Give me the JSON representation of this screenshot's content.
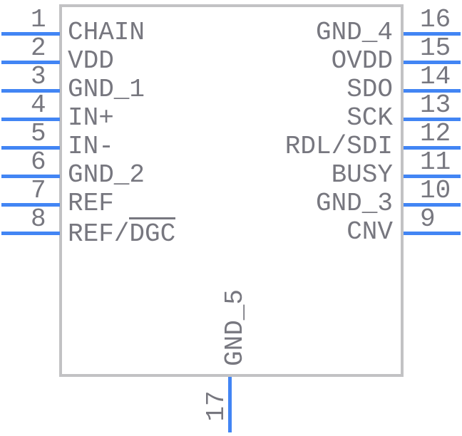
{
  "pins": {
    "left": [
      {
        "number": "1",
        "name": "CHAIN"
      },
      {
        "number": "2",
        "name": "VDD"
      },
      {
        "number": "3",
        "name": "GND_1"
      },
      {
        "number": "4",
        "name": "IN+"
      },
      {
        "number": "5",
        "name": "IN-"
      },
      {
        "number": "6",
        "name": "GND_2"
      },
      {
        "number": "7",
        "name": "REF"
      },
      {
        "number": "8",
        "name": "REF/DGC",
        "overline": "DGC"
      }
    ],
    "right": [
      {
        "number": "16",
        "name": "GND_4"
      },
      {
        "number": "15",
        "name": "OVDD"
      },
      {
        "number": "14",
        "name": "SDO"
      },
      {
        "number": "13",
        "name": "SCK"
      },
      {
        "number": "12",
        "name": "RDL/SDI"
      },
      {
        "number": "11",
        "name": "BUSY"
      },
      {
        "number": "10",
        "name": "GND_3"
      },
      {
        "number": "9",
        "name": "CNV"
      }
    ],
    "bottom": [
      {
        "number": "17",
        "name": "GND_5"
      }
    ]
  },
  "colors": {
    "pin_line": "#4285f4",
    "label_text": "#77777f",
    "body_border": "#c2c2c4",
    "background": "#ffffff"
  }
}
